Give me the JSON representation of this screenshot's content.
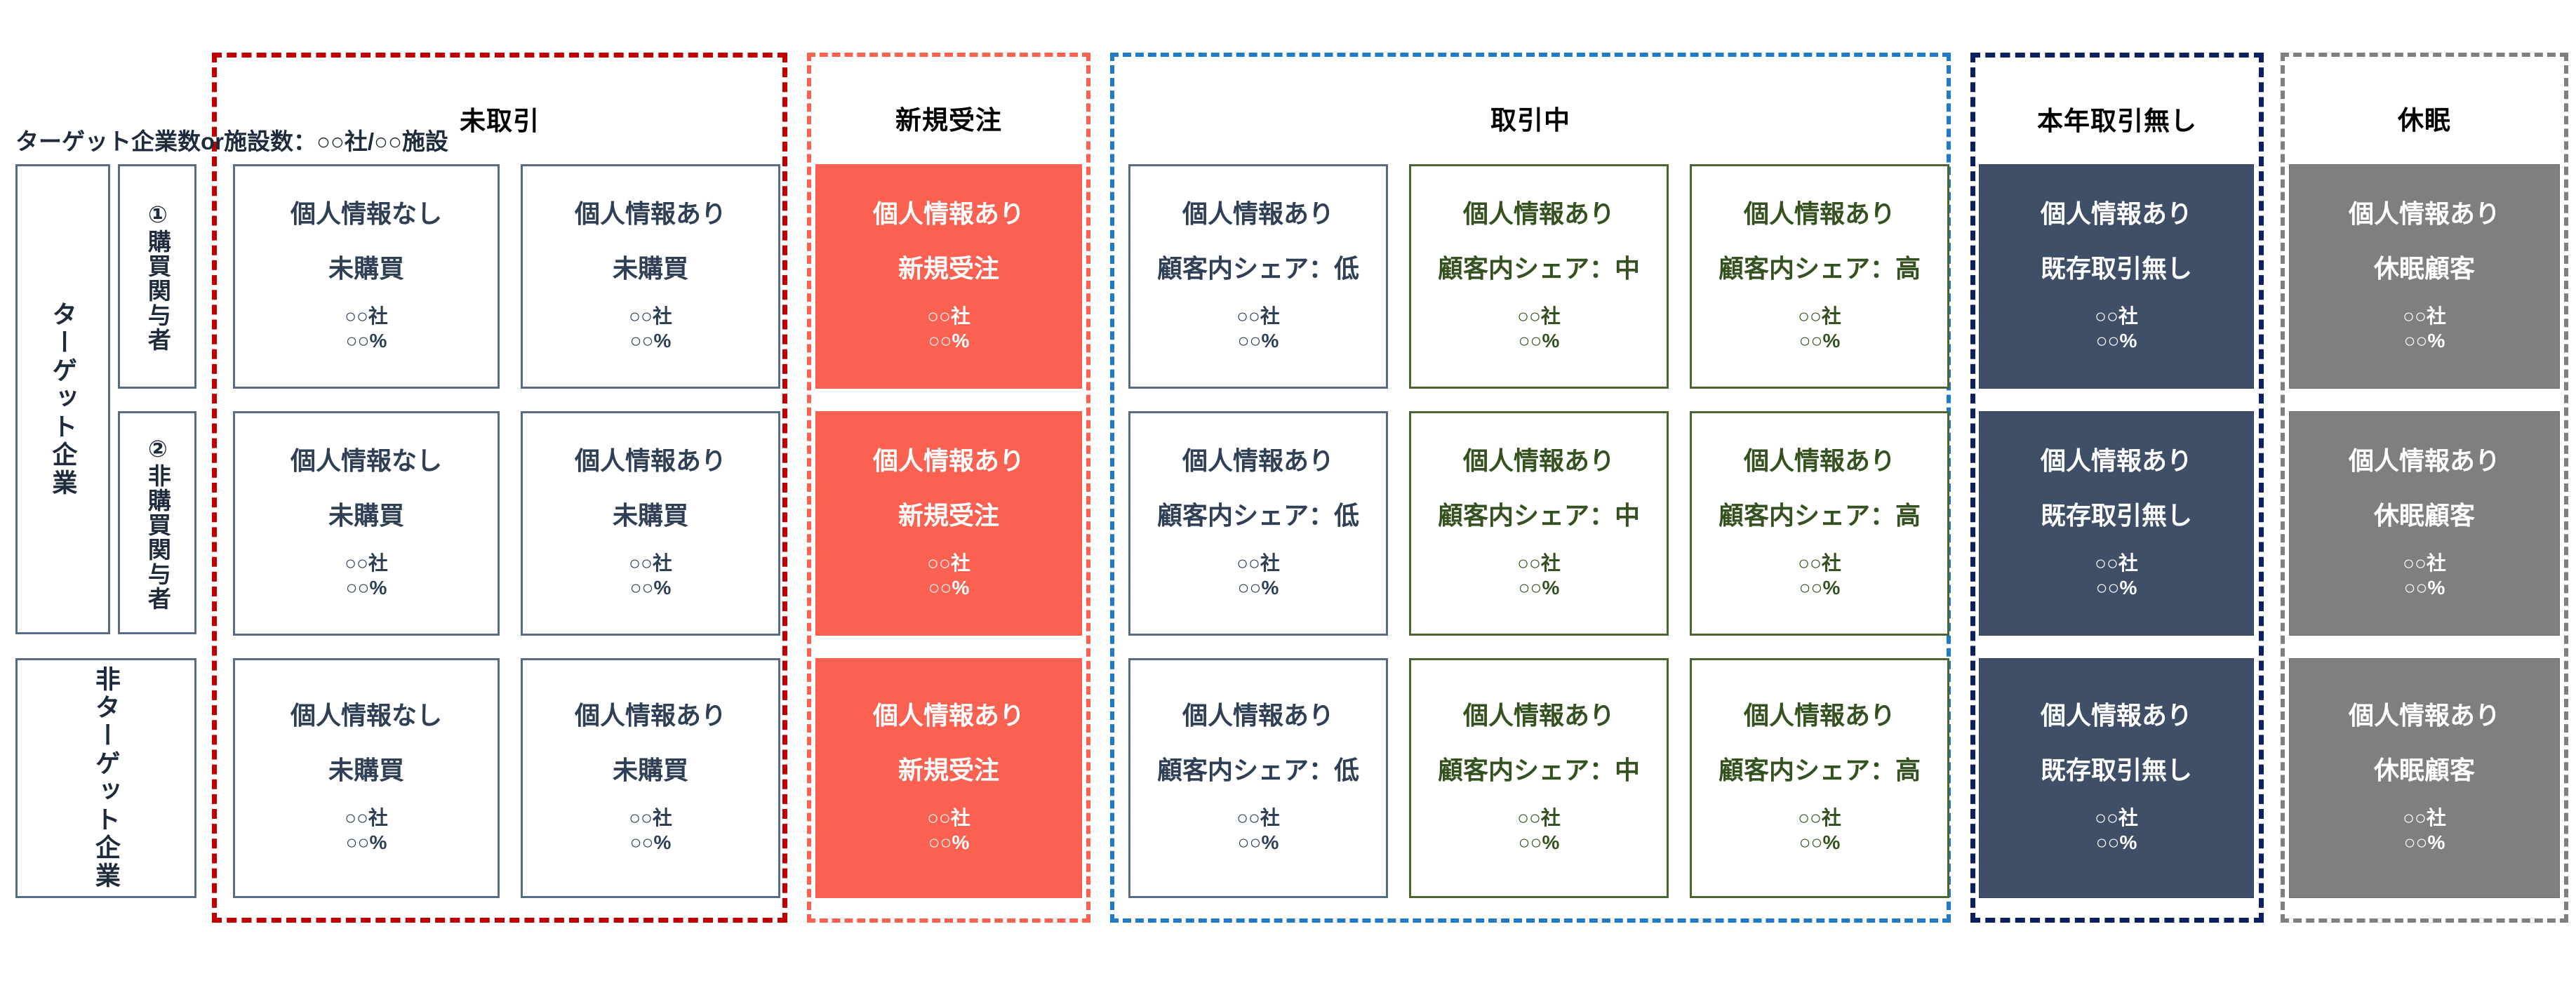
{
  "header": {
    "target_note": "ターゲット企業数or施設数：○○社/○○施設"
  },
  "axis": {
    "target_company": "ターゲット企業",
    "row1": "①購買関与者",
    "row2": "②非購買関与者",
    "non_target_company": "非ターゲット企業"
  },
  "colors": {
    "untraded_border": "#C00000",
    "new_order_border": "#FA6151",
    "in_progress_border": "#1F7BC8",
    "no_deal_this_year_border": "#0B2060",
    "dormant_border": "#7F7F7F",
    "slate_text": "#2E3F56",
    "green_text": "#33521F",
    "salmon_fill": "#FA6151",
    "navy_fill": "#3F4F67",
    "gray_fill": "#7F7F7F"
  },
  "groups": [
    {
      "id": "untraded",
      "title": "未取引"
    },
    {
      "id": "new-order",
      "title": "新規受注"
    },
    {
      "id": "in-progress",
      "title": "取引中"
    },
    {
      "id": "no-deal-this-year",
      "title": "本年取引無し"
    },
    {
      "id": "dormant",
      "title": "休眠"
    }
  ],
  "units": {
    "companies": "○○社",
    "percent": "○○%"
  },
  "columns": [
    {
      "id": "c1",
      "group": "untraded",
      "privacy": "個人情報なし",
      "status": "未購買"
    },
    {
      "id": "c2",
      "group": "untraded",
      "privacy": "個人情報あり",
      "status": "未購買"
    },
    {
      "id": "c3",
      "group": "new-order",
      "privacy": "個人情報あり",
      "status": "新規受注"
    },
    {
      "id": "c4",
      "group": "in-progress",
      "privacy": "個人情報あり",
      "status": "顧客内シェア：低"
    },
    {
      "id": "c5",
      "group": "in-progress",
      "privacy": "個人情報あり",
      "status": "顧客内シェア：中"
    },
    {
      "id": "c6",
      "group": "in-progress",
      "privacy": "個人情報あり",
      "status": "顧客内シェア：高"
    },
    {
      "id": "c7",
      "group": "no-deal-this-year",
      "privacy": "個人情報あり",
      "status": "既存取引無し"
    },
    {
      "id": "c8",
      "group": "dormant",
      "privacy": "個人情報あり",
      "status": "休眠顧客"
    }
  ],
  "grid": {
    "rows": [
      {
        "id": "r1",
        "label": "①購買関与者",
        "cells": [
          {
            "privacy": "個人情報なし",
            "status": "未購買",
            "companies": "○○社",
            "percent": "○○%",
            "style": "v-slate"
          },
          {
            "privacy": "個人情報あり",
            "status": "未購買",
            "companies": "○○社",
            "percent": "○○%",
            "style": "v-slate"
          },
          {
            "privacy": "個人情報あり",
            "status": "新規受注",
            "companies": "○○社",
            "percent": "○○%",
            "style": "v-salmon"
          },
          {
            "privacy": "個人情報あり",
            "status": "顧客内シェア：低",
            "companies": "○○社",
            "percent": "○○%",
            "style": "v-slate"
          },
          {
            "privacy": "個人情報あり",
            "status": "顧客内シェア：中",
            "companies": "○○社",
            "percent": "○○%",
            "style": "v-green"
          },
          {
            "privacy": "個人情報あり",
            "status": "顧客内シェア：高",
            "companies": "○○社",
            "percent": "○○%",
            "style": "v-green"
          },
          {
            "privacy": "個人情報あり",
            "status": "既存取引無し",
            "companies": "○○社",
            "percent": "○○%",
            "style": "v-navy"
          },
          {
            "privacy": "個人情報あり",
            "status": "休眠顧客",
            "companies": "○○社",
            "percent": "○○%",
            "style": "v-gray"
          }
        ]
      },
      {
        "id": "r2",
        "label": "②非購買関与者",
        "cells": [
          {
            "privacy": "個人情報なし",
            "status": "未購買",
            "companies": "○○社",
            "percent": "○○%",
            "style": "v-slate"
          },
          {
            "privacy": "個人情報あり",
            "status": "未購買",
            "companies": "○○社",
            "percent": "○○%",
            "style": "v-slate"
          },
          {
            "privacy": "個人情報あり",
            "status": "新規受注",
            "companies": "○○社",
            "percent": "○○%",
            "style": "v-salmon"
          },
          {
            "privacy": "個人情報あり",
            "status": "顧客内シェア：低",
            "companies": "○○社",
            "percent": "○○%",
            "style": "v-slate"
          },
          {
            "privacy": "個人情報あり",
            "status": "顧客内シェア：中",
            "companies": "○○社",
            "percent": "○○%",
            "style": "v-green"
          },
          {
            "privacy": "個人情報あり",
            "status": "顧客内シェア：高",
            "companies": "○○社",
            "percent": "○○%",
            "style": "v-green"
          },
          {
            "privacy": "個人情報あり",
            "status": "既存取引無し",
            "companies": "○○社",
            "percent": "○○%",
            "style": "v-navy"
          },
          {
            "privacy": "個人情報あり",
            "status": "休眠顧客",
            "companies": "○○社",
            "percent": "○○%",
            "style": "v-gray"
          }
        ]
      },
      {
        "id": "r3",
        "label": "非ターゲット企業",
        "cells": [
          {
            "privacy": "個人情報なし",
            "status": "未購買",
            "companies": "○○社",
            "percent": "○○%",
            "style": "v-slate"
          },
          {
            "privacy": "個人情報あり",
            "status": "未購買",
            "companies": "○○社",
            "percent": "○○%",
            "style": "v-slate"
          },
          {
            "privacy": "個人情報あり",
            "status": "新規受注",
            "companies": "○○社",
            "percent": "○○%",
            "style": "v-salmon"
          },
          {
            "privacy": "個人情報あり",
            "status": "顧客内シェア：低",
            "companies": "○○社",
            "percent": "○○%",
            "style": "v-slate"
          },
          {
            "privacy": "個人情報あり",
            "status": "顧客内シェア：中",
            "companies": "○○社",
            "percent": "○○%",
            "style": "v-green"
          },
          {
            "privacy": "個人情報あり",
            "status": "顧客内シェア：高",
            "companies": "○○社",
            "percent": "○○%",
            "style": "v-green"
          },
          {
            "privacy": "個人情報あり",
            "status": "既存取引無し",
            "companies": "○○社",
            "percent": "○○%",
            "style": "v-navy"
          },
          {
            "privacy": "個人情報あり",
            "status": "休眠顧客",
            "companies": "○○社",
            "percent": "○○%",
            "style": "v-gray"
          }
        ]
      }
    ]
  }
}
